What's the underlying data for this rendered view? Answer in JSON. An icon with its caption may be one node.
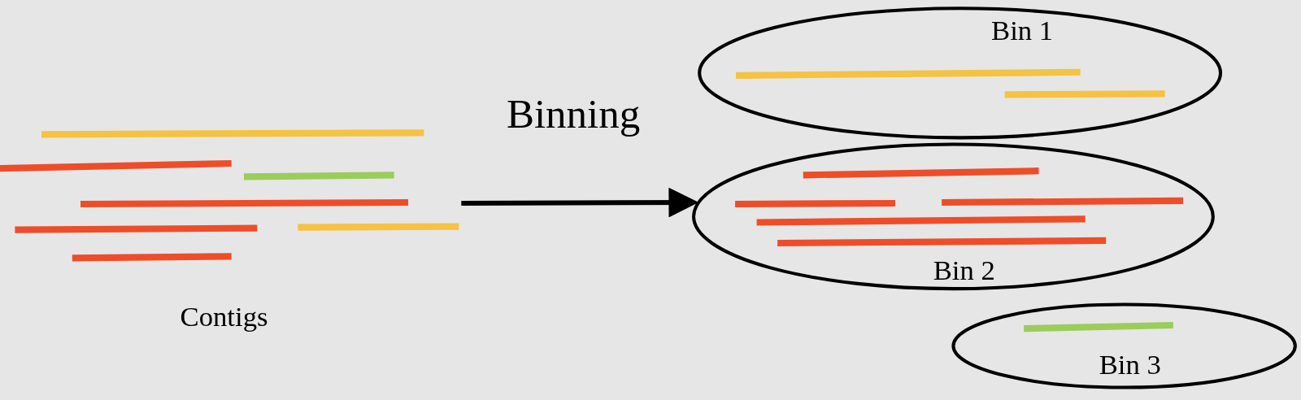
{
  "diagram": {
    "nodes": [
      {
        "text": [
          "Contigs"
        ]
      },
      {
        "text": [
          "Bin 1"
        ]
      },
      {
        "text": [
          "Bin 2"
        ]
      },
      {
        "text": [
          "Bin 3"
        ]
      }
    ],
    "edges": [
      {
        "from": 0,
        "to": 2,
        "arrow": "to",
        "label": "Binning"
      }
    ]
  }
}
